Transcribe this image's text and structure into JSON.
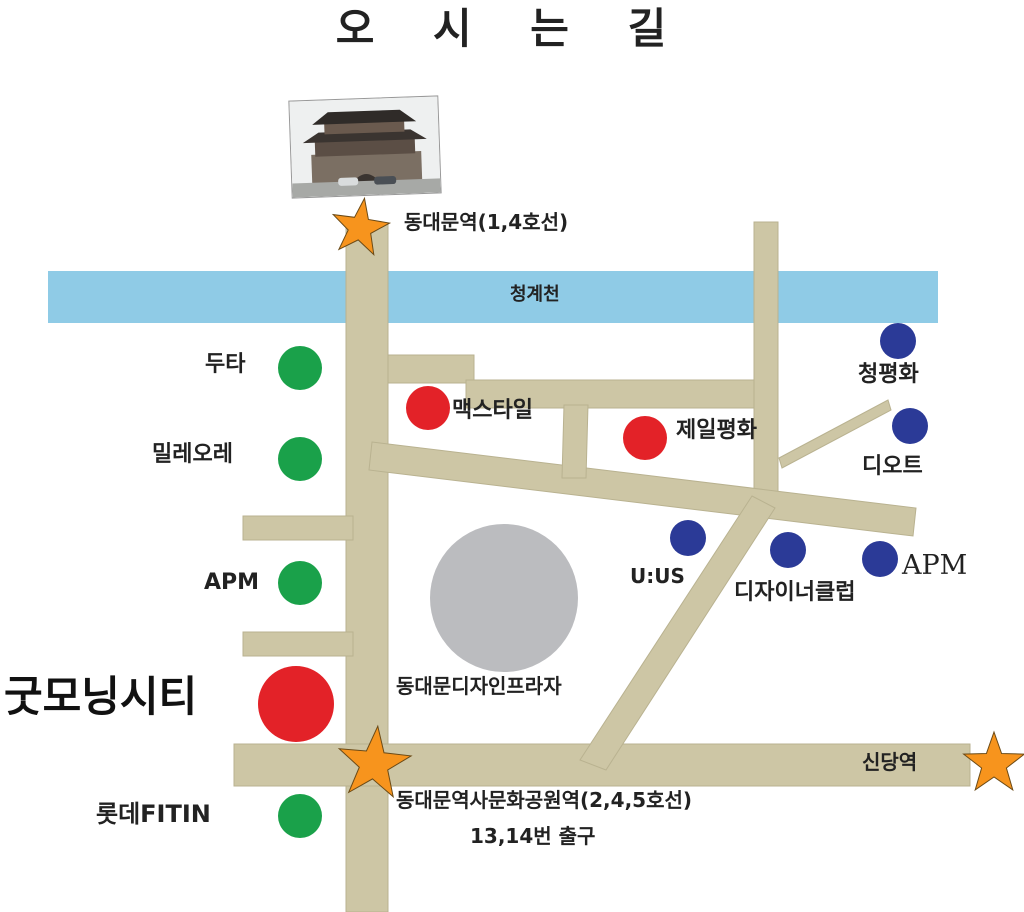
{
  "title": "오 시 는 길",
  "colors": {
    "road": "#cdc6a5",
    "road_edge": "#b9b290",
    "stream": "#8fcbe6",
    "plaza": "#bbbcbf",
    "green_marker": "#1aa14a",
    "red_marker": "#e32228",
    "blue_marker": "#2b3a97",
    "station_star": "#f7941d"
  },
  "stations": {
    "dongdaemun": "동대문역(1,4호선)",
    "ddp_station": "동대문역사문화공원역(2,4,5호선)",
    "ddp_exit": "13,14번 출구",
    "sindang": "신당역"
  },
  "stream_label": "청계천",
  "plaza_label": "동대문디자인프라자",
  "left_buildings": [
    "두타",
    "밀레오레",
    "APM",
    "롯데FITIN"
  ],
  "destination": "굿모닝시티",
  "red_buildings": [
    "맥스타일",
    "제일평화"
  ],
  "blue_buildings": [
    "청평화",
    "디오트",
    "U:US",
    "디자이너클럽",
    "APM"
  ],
  "photo_icon": "dongdaemun-gate-photo"
}
